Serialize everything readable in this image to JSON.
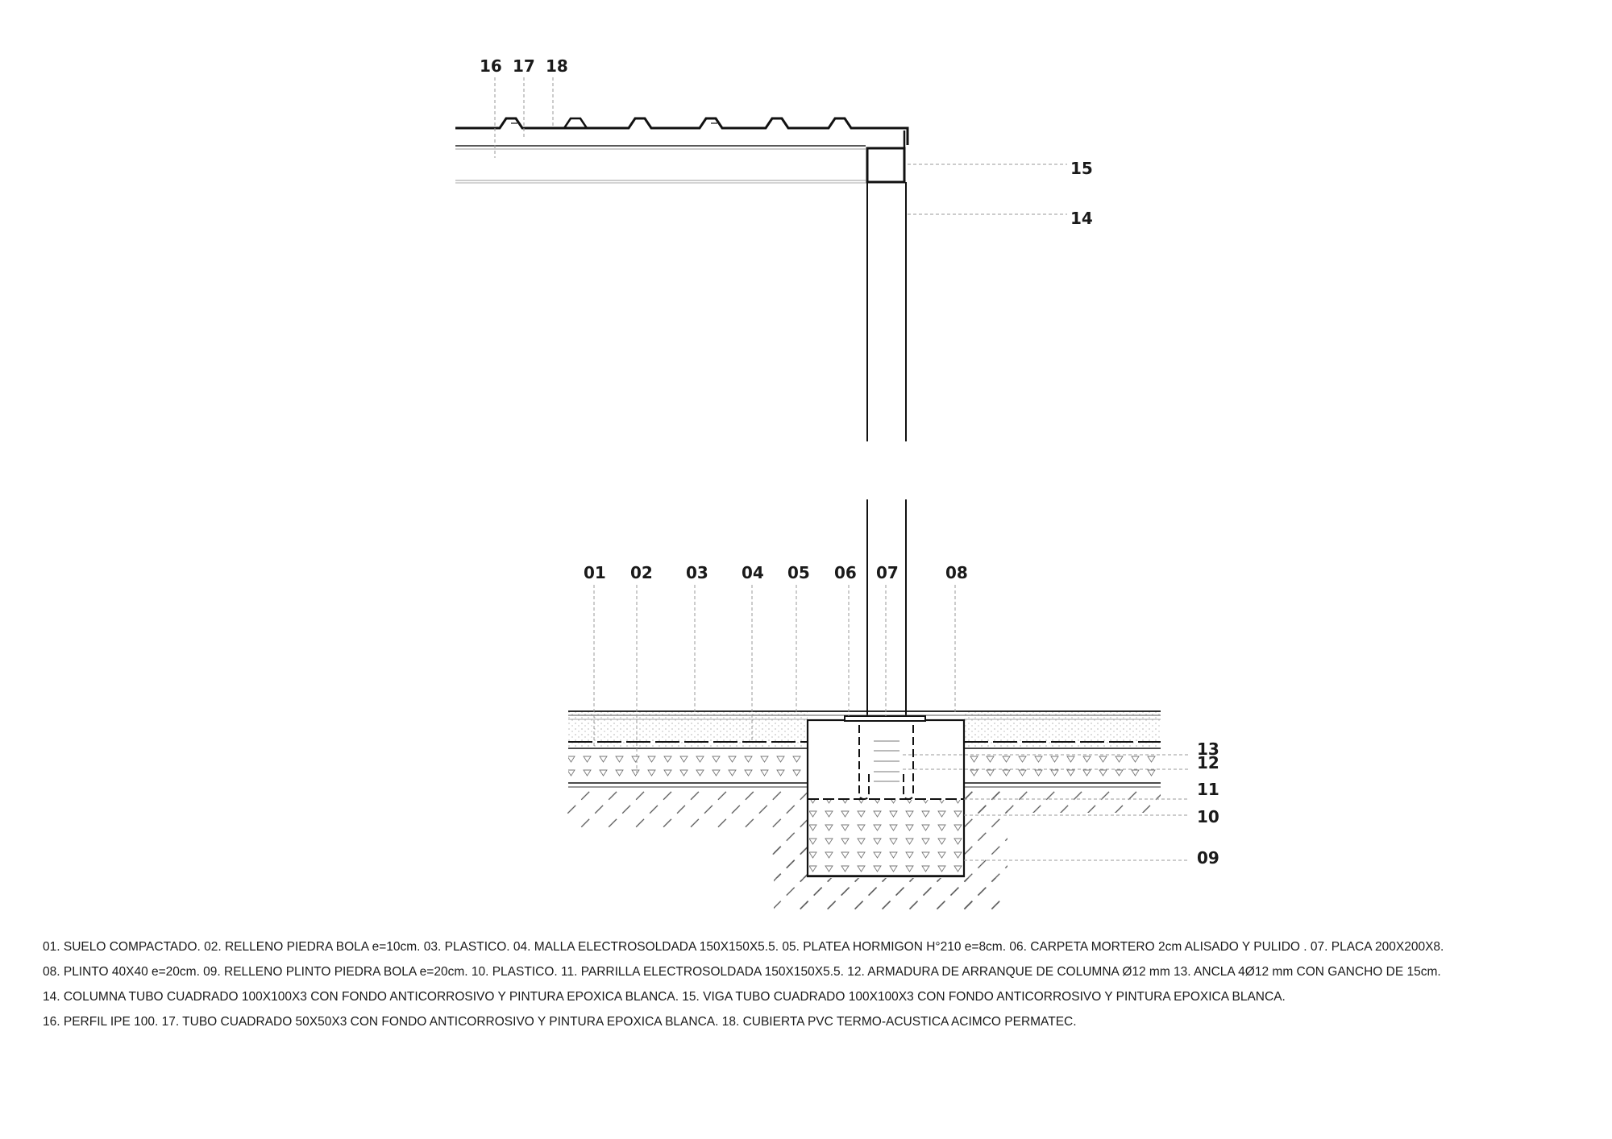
{
  "callouts": {
    "c01": "01",
    "c02": "02",
    "c03": "03",
    "c04": "04",
    "c05": "05",
    "c06": "06",
    "c07": "07",
    "c08": "08",
    "c09": "09",
    "c10": "10",
    "c11": "11",
    "c12": "12",
    "c13": "13",
    "c14": "14",
    "c15": "15",
    "c16": "16",
    "c17": "17",
    "c18": "18"
  },
  "legend": [
    "01. SUELO COMPACTADO.  02.  RELLENO PIEDRA BOLA e=10cm.  03. PLASTICO.  04. MALLA ELECTROSOLDADA 150X150X5.5.  05. PLATEA HORMIGON H°210 e=8cm.  06. CARPETA MORTERO 2cm ALISADO Y PULIDO .  07. PLACA 200X200X8.",
    "08. PLINTO 40X40 e=20cm.  09. RELLENO PLINTO PIEDRA BOLA e=20cm. 10. PLASTICO.  11. PARRILLA ELECTROSOLDADA 150X150X5.5. 12. ARMADURA DE ARRANQUE DE COLUMNA Ø12 mm  13. ANCLA 4Ø12 mm CON GANCHO DE 15cm.",
    "14. COLUMNA TUBO CUADRADO 100X100X3 CON FONDO ANTICORROSIVO Y PINTURA EPOXICA BLANCA.  15. VIGA TUBO CUADRADO 100X100X3 CON FONDO ANTICORROSIVO Y PINTURA EPOXICA BLANCA.",
    "16. PERFIL IPE 100.  17. TUBO CUADRADO 50X50X3 CON FONDO  ANTICORROSIVO Y PINTURA EPOXICA BLANCA.  18. CUBIERTA PVC TERMO-ACUSTICA ACIMCO PERMATEC."
  ]
}
